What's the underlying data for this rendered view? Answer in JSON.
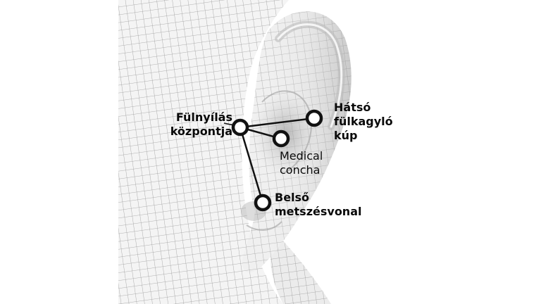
{
  "labels": {
    "ear_canal_center": {
      "line1": "Fülnyílás",
      "line2": "központja"
    },
    "rear_concha_cone": {
      "line1": "Hátsó",
      "line2": "fülkagyló",
      "line3": "kúp"
    },
    "medical_concha": {
      "line1": "Medical",
      "line2": "concha"
    },
    "intertragic_notch": {
      "line1": "Belső",
      "line2": "metszésvonal"
    }
  },
  "colors": {
    "background": "#ffffff",
    "mesh": "#9a9a9a",
    "skin": "#f2f2f2",
    "marker": "#111111",
    "text": "#0a0a0a"
  }
}
